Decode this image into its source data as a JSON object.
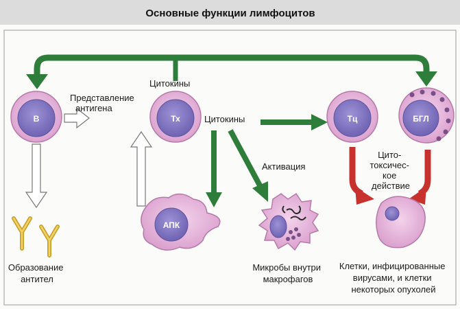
{
  "title": "Основные функции лимфоцитов",
  "colors": {
    "green": "#2f7d3a",
    "red": "#c8322e",
    "cell_fill": "#e7b8dc",
    "nucleus": "#8a7fc9",
    "title_band": "#dcdcdc",
    "frame": "#9a9a9a"
  },
  "cells": {
    "b": "В",
    "th": "Тх",
    "tc": "Тц",
    "lgl": "БГЛ",
    "apc": "АПК"
  },
  "labels": {
    "antigen_presentation": [
      "Представление",
      "антигена"
    ],
    "cytokines_top": "Цитокины",
    "cytokines_right": "Цитокины",
    "activation": "Активация",
    "cytotoxic": [
      "Цито-",
      "токсичес-",
      "кое",
      "действие"
    ],
    "antibody_formation": [
      "Образование",
      "антител"
    ],
    "microbes": [
      "Микробы внутри",
      "макрофагов"
    ],
    "infected_cells": [
      "Клетки, инфицированные",
      "вирусами, и клетки",
      "некоторых опухолей"
    ]
  }
}
